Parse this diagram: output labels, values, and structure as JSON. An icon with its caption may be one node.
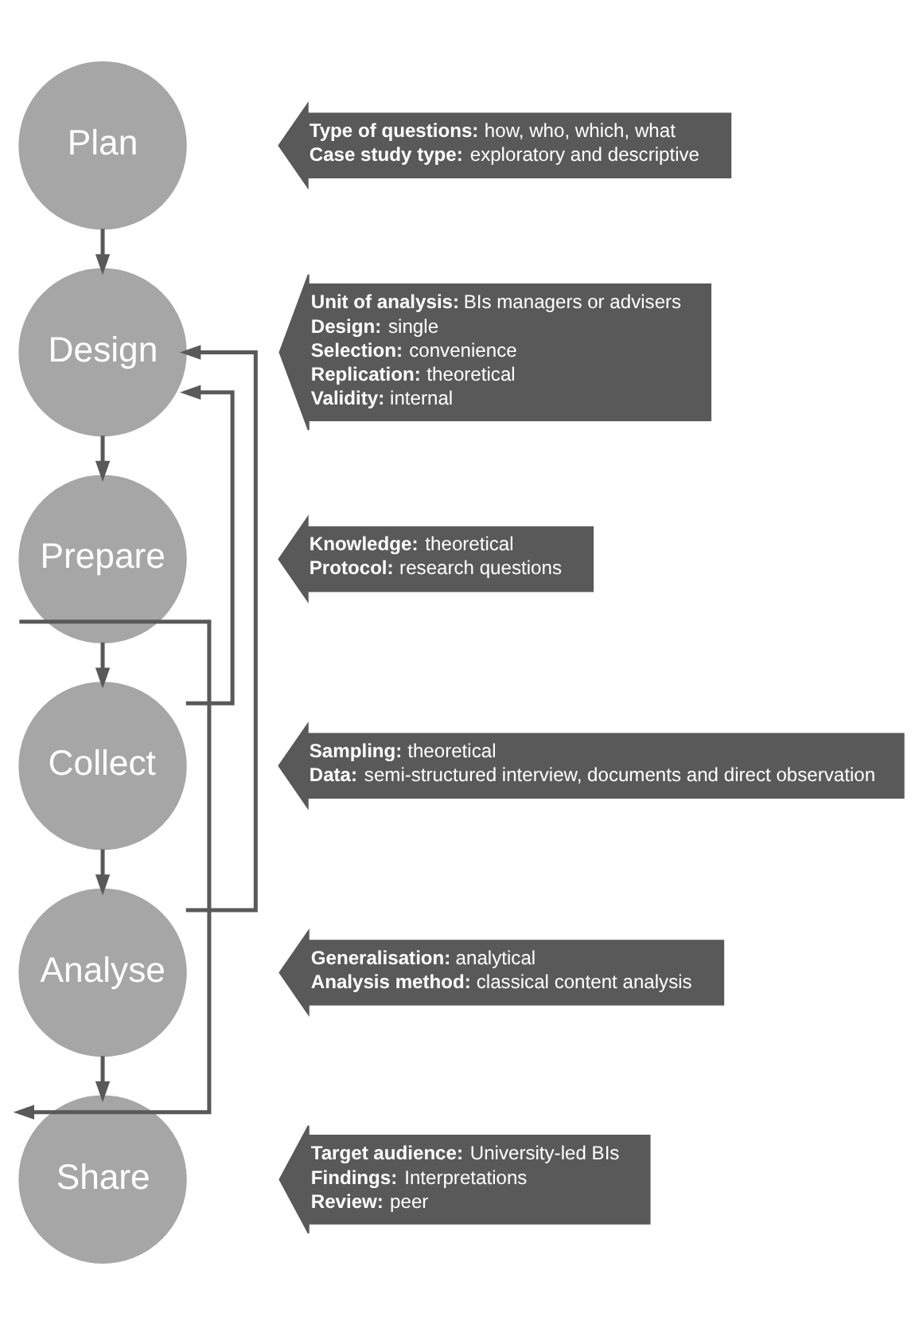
{
  "diagram": {
    "nodes": [
      {
        "text": [
          "Plan"
        ]
      },
      {
        "text": [
          "**Type of questions:** how, who, which, what",
          "**Case study type:** exploratory and descriptive"
        ]
      },
      {
        "text": [
          "Design"
        ]
      },
      {
        "text": [
          "**Unit of analysis:** BIs managers or advisers",
          "**Design:** single",
          "**Selection:** convenience",
          "**Replication:** theoretical",
          "**Validity:** internal"
        ]
      },
      {
        "text": [
          "Prepare"
        ]
      },
      {
        "text": [
          "**Knowledge:** theoretical",
          "**Protocol:** research questions"
        ]
      },
      {
        "text": [
          "Collect"
        ]
      },
      {
        "text": [
          "**Sampling:** theoretical",
          "**Data:** semi-structured interview, documents and direct observation"
        ]
      },
      {
        "text": [
          "Analyse"
        ]
      },
      {
        "text": [
          "**Generalisation:** analytical",
          "**Analysis method:** classical content analysis"
        ]
      },
      {
        "text": [
          "Share"
        ]
      },
      {
        "text": [
          "**Target audience:** University-led BIs",
          "**Findings:** Interpretations",
          "**Review:** peer"
        ]
      }
    ],
    "edges": [
      {
        "from": 0,
        "to": 2,
        "arrow": "to"
      },
      {
        "from": 2,
        "to": 4,
        "arrow": "to"
      },
      {
        "from": 4,
        "to": 6,
        "arrow": "to"
      },
      {
        "from": 6,
        "to": 8,
        "arrow": "to"
      },
      {
        "from": 8,
        "to": 10,
        "arrow": "to"
      },
      {
        "from": 4,
        "to": 10,
        "arrow": "to"
      },
      {
        "from": 6,
        "to": 2,
        "arrow": "to"
      },
      {
        "from": 8,
        "to": 2,
        "arrow": "to"
      }
    ]
  }
}
